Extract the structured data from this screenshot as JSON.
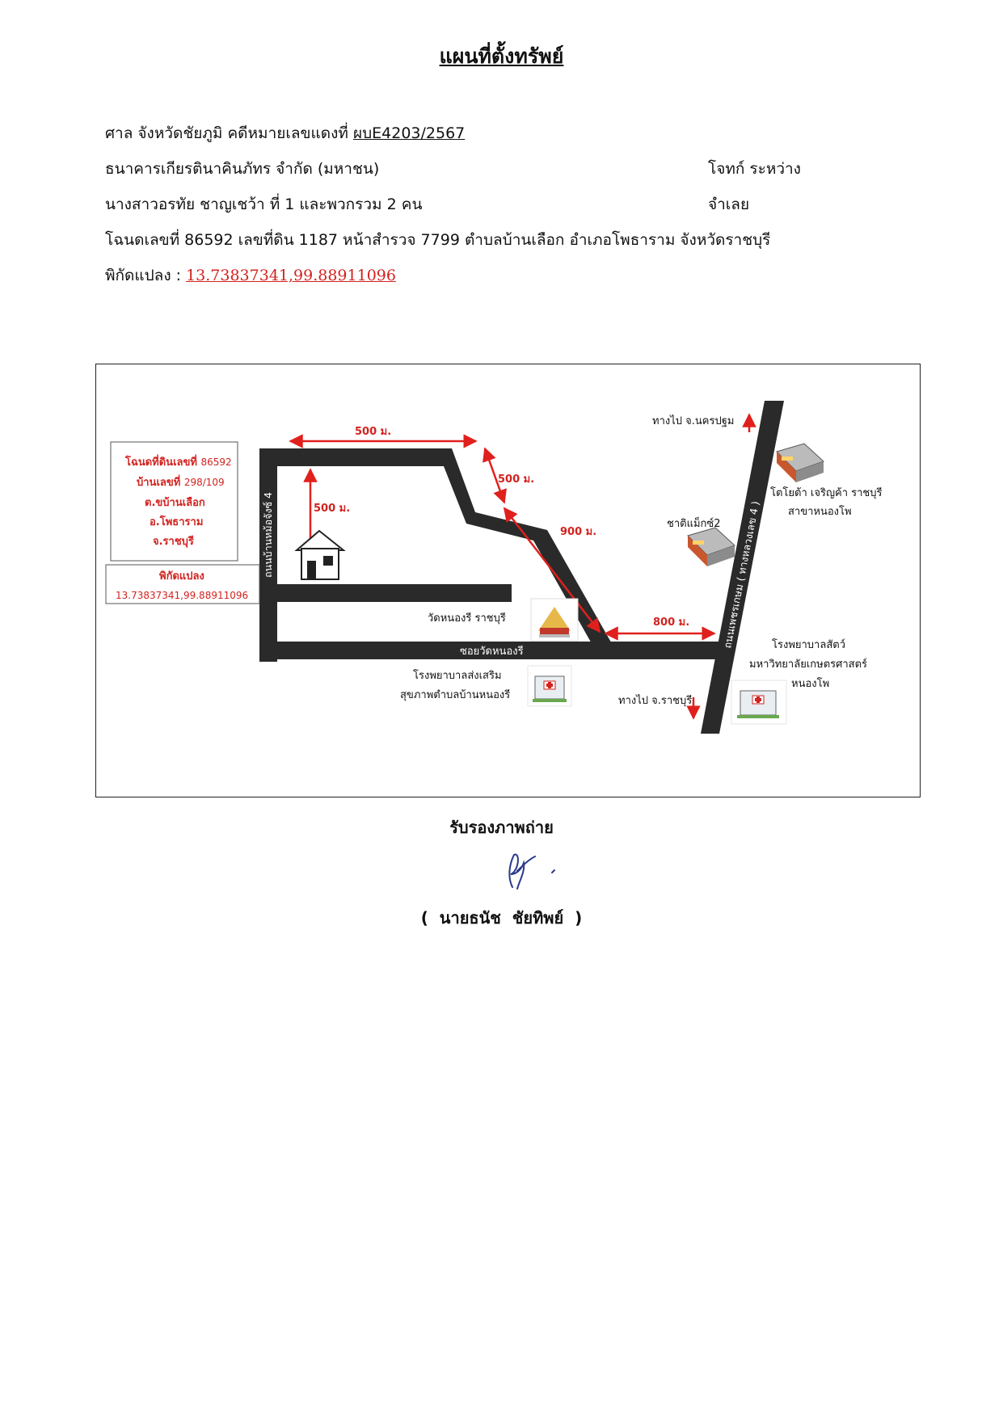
{
  "title": "แผนที่ตั้งทรัพย์",
  "header": {
    "court_line": "ศาล จังหวัดชัยภูมิ    คดีหมายเลขแดงที่ ",
    "case_number": "ผบE4203/2567",
    "plaintiff_name": "ธนาคารเกียรตินาคินภัทร จำกัด (มหาชน)",
    "plaintiff_role": "โจทก์     ระหว่าง",
    "defendant_name": "นางสาวอรทัย ชาญเชว้า ที่ 1 และพวกรวม 2 คน",
    "defendant_role": "จำเลย",
    "deed_line": "โฉนดเลขที่  86592 เลขที่ดิน 1187 หน้าสำรวจ 7799  ตำบลบ้านเลือก อำเภอโพธาราม จังหวัดราชบุรี",
    "coord_label": "พิกัดแปลง : ",
    "coord_value": "13.73837341,99.88911096"
  },
  "map": {
    "info_box": {
      "deed_label": "โฉนดที่ดินเลขที่",
      "deed_no": "86592",
      "house_label": "บ้านเลขที่",
      "house_no": "298/109",
      "subdistrict": "ต.ขบ้านเลือก",
      "district": "อ.โพธาราม",
      "province": "จ.ราชบุรี",
      "coord_label": "พิกัดแปลง",
      "coord_value": "13.73837341,99.88911096"
    },
    "road_soi": "ถนนบ้านหม้อจังซ์ 4",
    "road_main": "ถนนเพชรเกษม ( ทางหลวงเลข 4 )",
    "road_wat": "ซอยวัดหนองรี",
    "dist_top": "500 ม.",
    "dist_vertical": "500 ม.",
    "dist_diag1": "500 ม.",
    "dist_diag2": "900 ม.",
    "dist_bottom": "800 ม.",
    "to_north": "ทางไป จ.นครปฐม",
    "to_south": "ทางไป จ.ราชบุรี",
    "toyota_line1": "โตโยต้า เจริญค้า ราชบุรี",
    "toyota_line2": "สาขาหนองโพ",
    "shop": "ชาติแม็กซ์2",
    "temple": "วัดหนองรี ราชบุรี",
    "clinic_line1": "โรงพยาบาลส่งเสริม",
    "clinic_line2": "สุขภาพตำบลบ้านหนองรี",
    "vet_line1": "โรงพยาบาลสัตว์",
    "vet_line2": "มหาวิทยาลัยเกษตรศาสตร์",
    "vet_line3": "หนองโพ",
    "colors": {
      "road": "#2a2a2a",
      "arrow": "#e0201c",
      "label_red": "#d2231f"
    }
  },
  "certify": "รับรองภาพถ่าย",
  "signer": "(  นายธนัช  ชัยทิพย์  )"
}
